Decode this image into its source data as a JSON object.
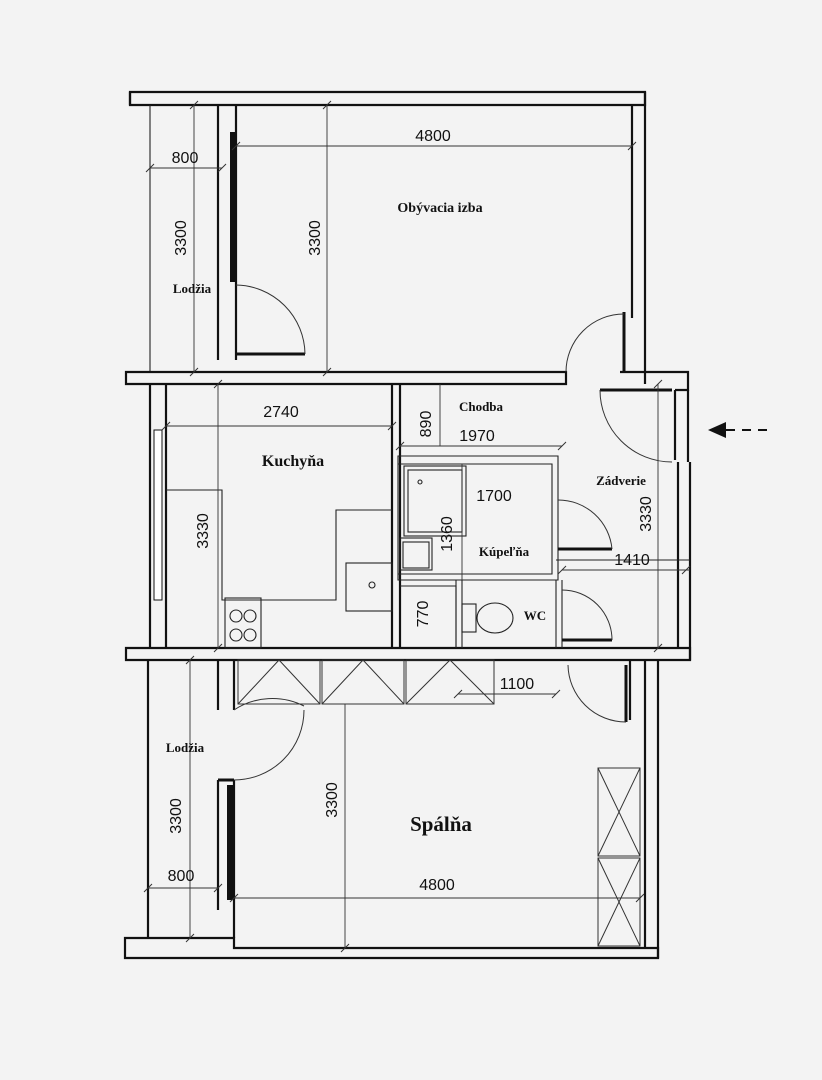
{
  "rooms": {
    "obyvacia": "Obývacia izba",
    "lodzia_top": "Lodžia",
    "kuchyna": "Kuchyňa",
    "chodba": "Chodba",
    "zadverie": "Zádverie",
    "kupelna": "Kúpeľňa",
    "wc": "WC",
    "lodzia_bottom": "Lodžia",
    "spalna": "Spálňa"
  },
  "dimensions": {
    "top_lodzia_width": "800",
    "top_lodzia_height": "3300",
    "living_width": "4800",
    "living_height": "3300",
    "kitchen_width": "2740",
    "kitchen_height": "3330",
    "hall_depth": "890",
    "hall_width": "1970",
    "bath_length": "1700",
    "bath_height": "1360",
    "entry_height": "3330",
    "entry_width": "1410",
    "wc_strip": "770",
    "wardrobe": "1100",
    "bottom_lodzia_height": "3300",
    "bottom_lodzia_width": "800",
    "bedroom_height": "3300",
    "bedroom_width": "4800"
  }
}
